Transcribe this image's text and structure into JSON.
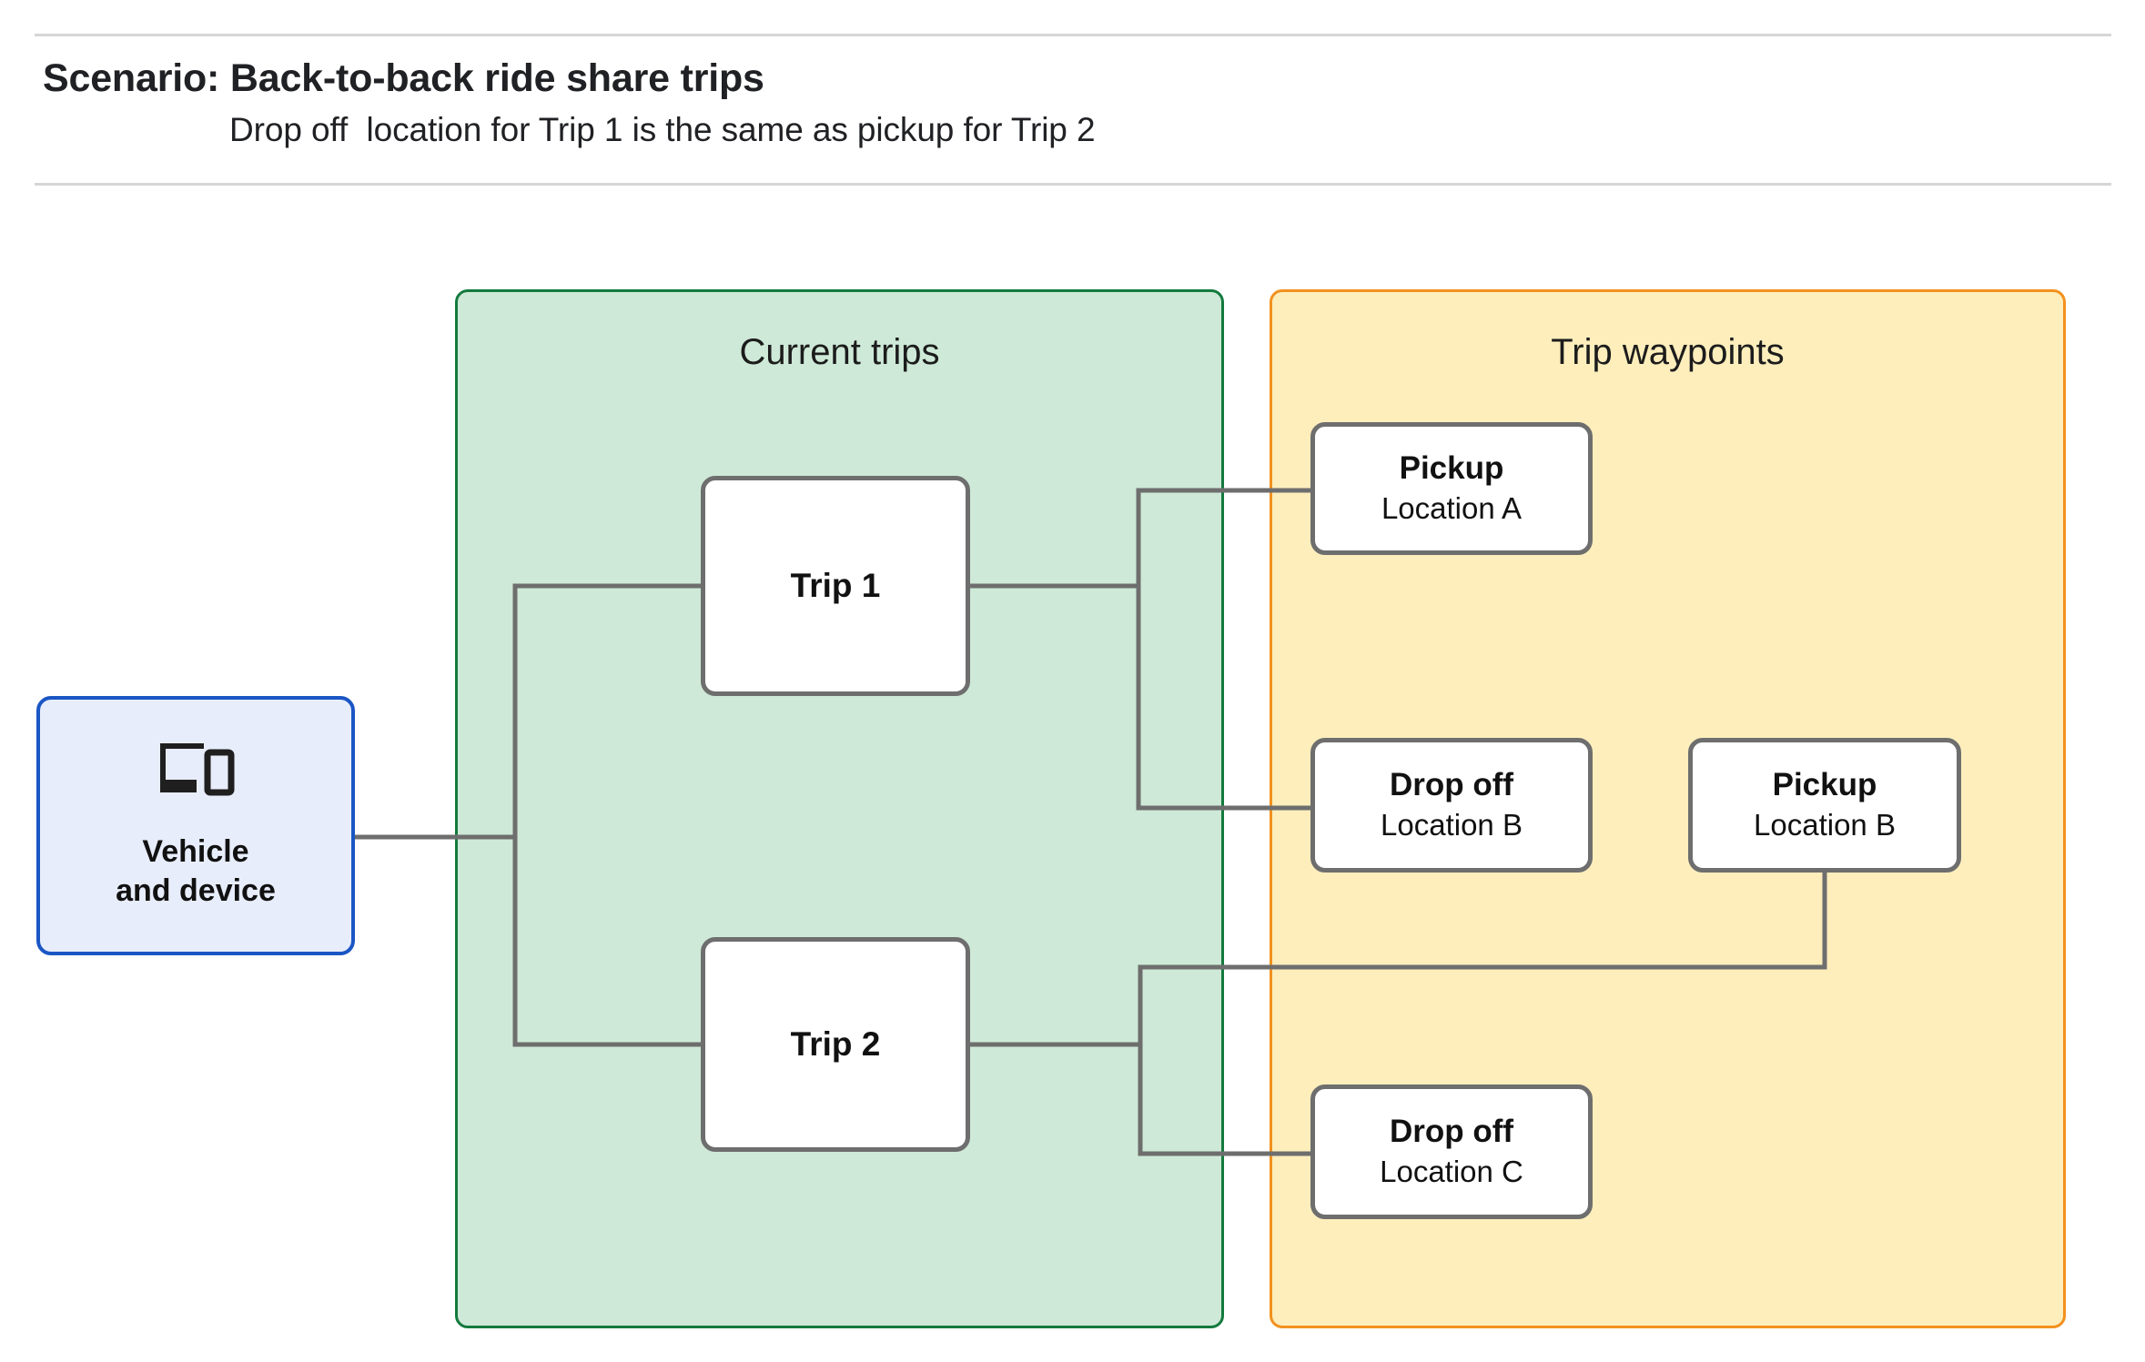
{
  "header": {
    "title": "Scenario: Back-to-back ride share trips",
    "subtitle": "Drop off  location for Trip 1 is the same as pickup for Trip 2"
  },
  "colors": {
    "current_trips_fill": "#cee9d7",
    "current_trips_border": "#137a3d",
    "trip_waypoints_fill": "#fdeebc",
    "trip_waypoints_border": "#f2911e",
    "vehicle_fill": "#e8edfb",
    "vehicle_border": "#1a56c4",
    "node_border": "#6e6e6e",
    "connector": "#6e6e6e",
    "rule": "#d6d6d6"
  },
  "vehicle": {
    "label": "Vehicle\nand device",
    "icon": "devices-icon"
  },
  "panels": [
    {
      "id": "current-trips",
      "title": "Current trips"
    },
    {
      "id": "trip-waypoints",
      "title": "Trip waypoints"
    }
  ],
  "trips": [
    {
      "id": "trip-1",
      "label": "Trip 1"
    },
    {
      "id": "trip-2",
      "label": "Trip 2"
    }
  ],
  "waypoints": [
    {
      "id": "pickup-a",
      "type": "Pickup",
      "location": "Location A",
      "trip": "Trip 1"
    },
    {
      "id": "dropoff-b",
      "type": "Drop off",
      "location": "Location B",
      "trip": "Trip 1"
    },
    {
      "id": "pickup-b",
      "type": "Pickup",
      "location": "Location B",
      "trip": "Trip 2"
    },
    {
      "id": "dropoff-c",
      "type": "Drop off",
      "location": "Location C",
      "trip": "Trip 2"
    }
  ]
}
